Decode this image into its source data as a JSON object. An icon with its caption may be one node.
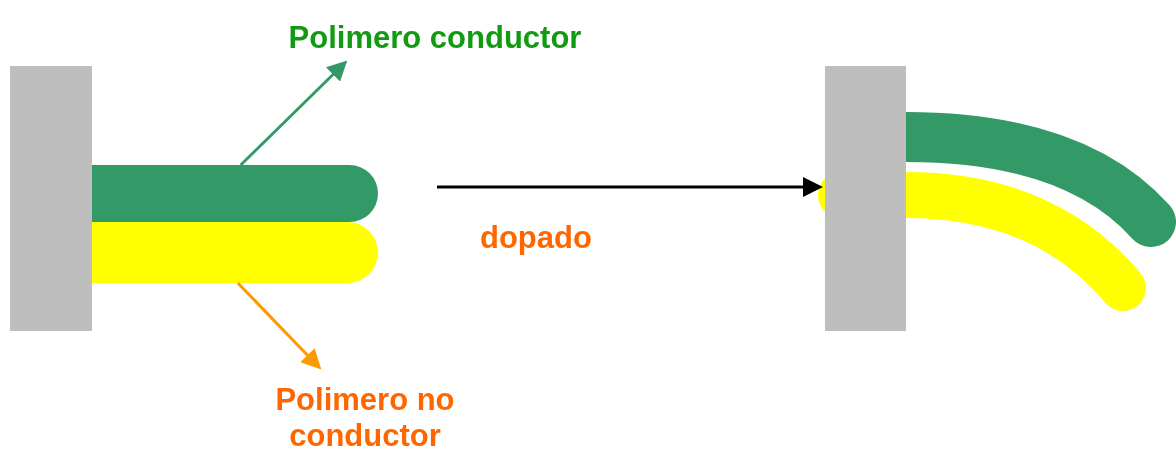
{
  "diagram": {
    "nodes": [
      {
        "text": [
          "Polimero conductor"
        ]
      },
      {
        "text": [],
        "shape": "bar"
      },
      {
        "text": [],
        "shape": "bar"
      },
      {
        "text": [
          "Polimero no conductor"
        ]
      },
      {
        "text": [],
        "shape": "box"
      },
      {
        "text": [],
        "shape": "picture"
      }
    ],
    "edges": [
      {
        "from": 1,
        "to": 0,
        "arrow": "to",
        "color": "#339966"
      },
      {
        "from": 2,
        "to": 3,
        "arrow": "to",
        "color": "#ff9900"
      },
      {
        "from": null,
        "to": 5,
        "arrow": "to",
        "label": "dopado",
        "color": "#000000"
      }
    ]
  }
}
